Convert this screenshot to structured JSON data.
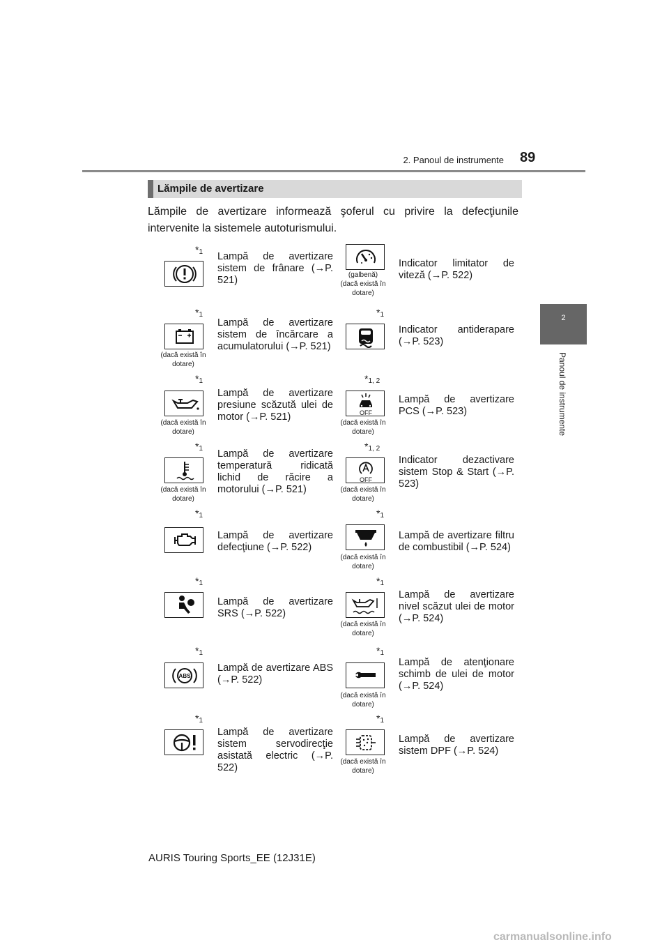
{
  "header": {
    "section_title": "2. Panoul de instrumente",
    "page_number": "89"
  },
  "side_tab": {
    "number": "2",
    "label": "Panoul de instrumente"
  },
  "box_title": "Lămpile de avertizare",
  "intro": "Lămpile de avertizare informează şoferul cu privire la defecţiunile intervenite la sistemele autoturismului.",
  "lamps": [
    {
      "mark_sup": "1",
      "note": "",
      "desc": "Lampă de avertizare sistem de frânare (→P. 521)",
      "icon": "brake-warning-icon"
    },
    {
      "mark_sup": "",
      "note": "(galbenă) (dacă există în dotare)",
      "desc": "Indicator limitator de viteză (→P. 522)",
      "icon": "speed-limiter-icon"
    },
    {
      "mark_sup": "1",
      "note": "(dacă există în dotare)",
      "desc": "Lampă de avertizare sistem de încărcare a acumulatorului (→P. 521)",
      "icon": "battery-icon"
    },
    {
      "mark_sup": "1",
      "note": "",
      "desc": "Indicator antiderapare (→P. 523)",
      "icon": "slip-indicator-icon"
    },
    {
      "mark_sup": "1",
      "note": "(dacă există în dotare)",
      "desc": "Lampă de avertizare presiune scăzută ulei de motor (→P. 521)",
      "icon": "oil-pressure-icon"
    },
    {
      "mark_sup": "1, 2",
      "note": "(dacă există în dotare)",
      "desc": "Lampă de avertizare PCS (→P. 523)",
      "icon": "pcs-off-icon"
    },
    {
      "mark_sup": "1",
      "note": "(dacă există în dotare)",
      "desc": "Lampă de avertizare temperatură ridicată lichid de răcire a motorului (→P. 521)",
      "icon": "coolant-temperature-icon"
    },
    {
      "mark_sup": "1, 2",
      "note": "(dacă există în dotare)",
      "desc": "Indicator dezactivare sistem Stop & Start (→P. 523)",
      "icon": "stop-start-off-icon"
    },
    {
      "mark_sup": "1",
      "note": "",
      "desc": "Lampă de avertizare defecţiune (→P. 522)",
      "icon": "check-engine-icon"
    },
    {
      "mark_sup": "1",
      "note": "(dacă există în dotare)",
      "desc": "Lampă de avertizare filtru de combustibil (→P. 524)",
      "icon": "fuel-filter-icon"
    },
    {
      "mark_sup": "1",
      "note": "",
      "desc": "Lampă de avertizare SRS (→P. 522)",
      "icon": "srs-airbag-icon"
    },
    {
      "mark_sup": "1",
      "note": "(dacă există în dotare)",
      "desc": "Lampă de avertizare nivel scăzut ulei de motor (→P. 524)",
      "icon": "oil-level-icon"
    },
    {
      "mark_sup": "1",
      "note": "",
      "desc": "Lampă de avertizare ABS (→P. 522)",
      "icon": "abs-icon",
      "icon_text": "ABS"
    },
    {
      "mark_sup": "1",
      "note": "(dacă există în dotare)",
      "desc": "Lampă de atenţionare schimb de ulei de motor (→P. 524)",
      "icon": "wrench-icon"
    },
    {
      "mark_sup": "1",
      "note": "",
      "desc": "Lampă de avertizare sistem servodirecţie asistată electric (→P. 522)",
      "icon": "power-steering-icon"
    },
    {
      "mark_sup": "1",
      "note": "(dacă există în dotare)",
      "desc": "Lampă de avertizare sistem DPF (→P. 524)",
      "icon": "dpf-icon"
    }
  ],
  "icon_labels": {
    "off": "OFF",
    "abs": "ABS"
  },
  "footer": "AURIS Touring Sports_EE (12J31E)",
  "watermark": "carmanualsonline.info"
}
